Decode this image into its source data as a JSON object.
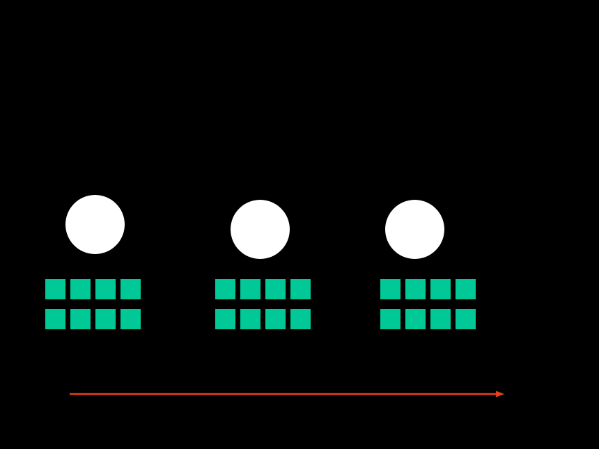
{
  "diagram": {
    "background_color": "#000000",
    "groups": [
      {
        "name": "group-1",
        "circle_color": "#FFFFFF",
        "square_color": "#00C896",
        "square_rows": 2,
        "square_cols": 4
      },
      {
        "name": "group-2",
        "circle_color": "#FFFFFF",
        "square_color": "#00C896",
        "square_rows": 2,
        "square_cols": 4
      },
      {
        "name": "group-3",
        "circle_color": "#FFFFFF",
        "square_color": "#00C896",
        "square_rows": 2,
        "square_cols": 4
      }
    ],
    "arrow": {
      "color": "#E8401C",
      "direction": "right"
    }
  }
}
